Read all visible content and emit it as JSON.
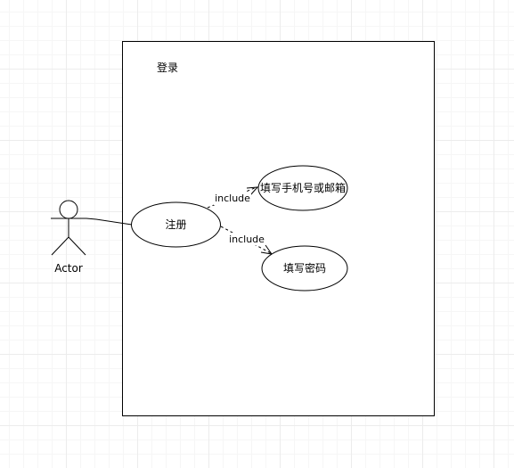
{
  "colors": {
    "stroke": "#000000",
    "fill": "#ffffff"
  },
  "system": {
    "label": "登录"
  },
  "actor": {
    "label": "Actor"
  },
  "use_cases": {
    "register": "注册",
    "phone_email": "填写手机号或邮箱",
    "password": "填写密码"
  },
  "relations": {
    "include_1": "include",
    "include_2": "include"
  }
}
